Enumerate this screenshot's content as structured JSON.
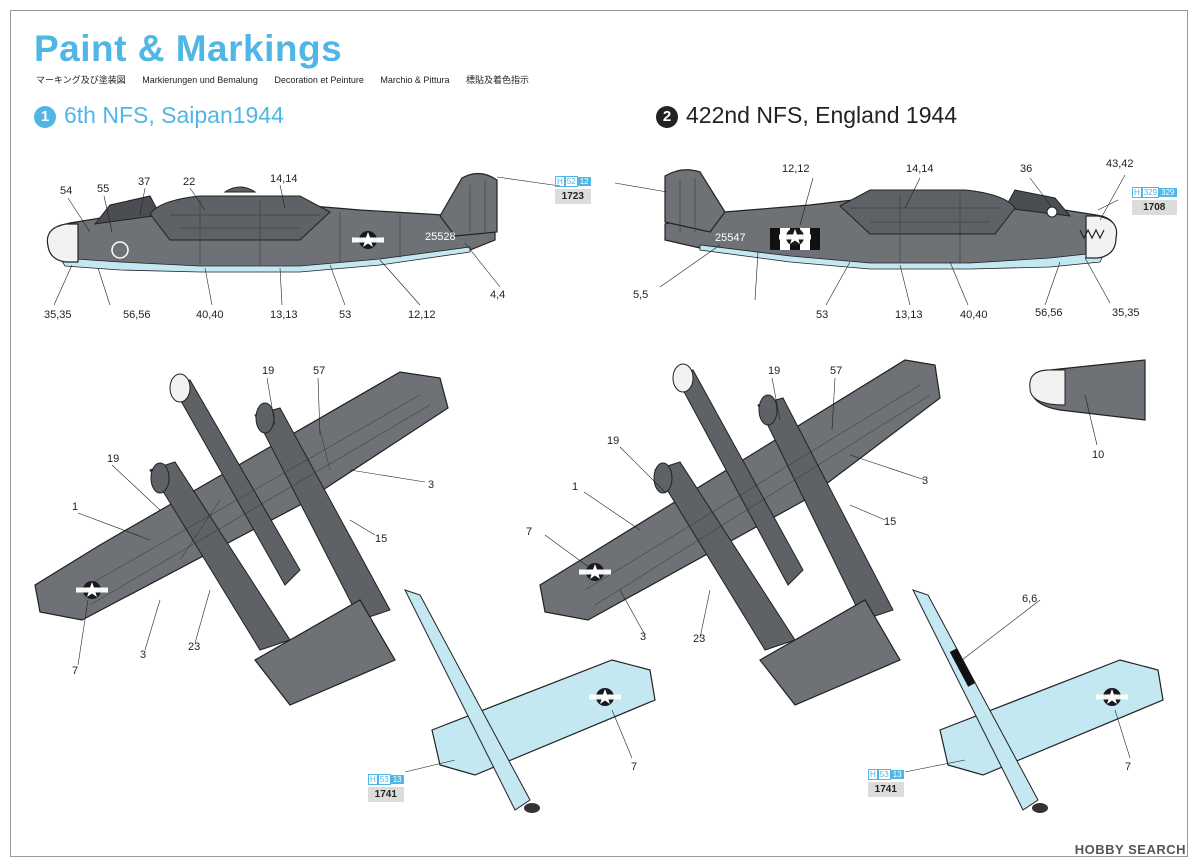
{
  "header": {
    "title": "Paint & Markings",
    "subtitles": [
      "マーキング及び塗装図",
      "Markierungen und Bemalung",
      "Decoration et Peinture",
      "Marchio & Pittura",
      "標貼及着色指示"
    ]
  },
  "schemes": [
    {
      "num": "①",
      "label": "6th NFS, Saipan1944"
    },
    {
      "num": "②",
      "label": "422nd NFS, England 1944"
    }
  ],
  "serials": {
    "side1": "25528",
    "side2": "25547"
  },
  "paint_chips": [
    {
      "h": "H",
      "code_a": "52",
      "code_b": "12",
      "code": "1723"
    },
    {
      "h": "H",
      "code_a": "329",
      "code_b": "329",
      "code": "1708"
    },
    {
      "h": "H",
      "code_a": "53",
      "code_b": "13",
      "code": "1741"
    },
    {
      "h": "H",
      "code_a": "53",
      "code_b": "13",
      "code": "1741"
    }
  ],
  "callouts": {
    "c54": "54",
    "c55": "55",
    "c37": "37",
    "c22": "22",
    "c14_14": "14,14",
    "c35_35": "35,35",
    "c56_56": "56,56",
    "c40_40": "40,40",
    "c13_13": "13,13",
    "c53": "53",
    "c12_12": "12,12",
    "c4_4": "4,4",
    "c5_5": "5,5",
    "c36": "36",
    "c43_42": "43,42",
    "c19": "19",
    "c57": "57",
    "c1": "1",
    "c3": "3",
    "c15": "15",
    "c23": "23",
    "c7": "7",
    "c10": "10",
    "c6_6": "6,6"
  },
  "watermark": "HOBBY SEARCH",
  "colors": {
    "accent": "#4fb6e6",
    "upper_grey": "#6e7175",
    "underside": "#c4e8f2"
  }
}
